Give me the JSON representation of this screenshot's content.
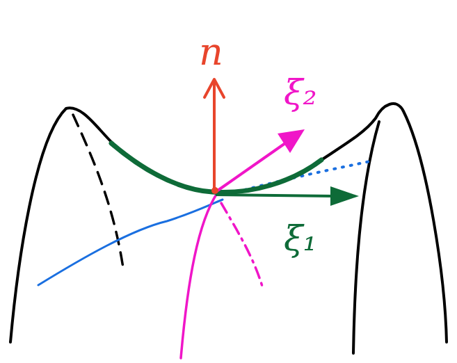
{
  "diagram": {
    "labels": [
      "n",
      "ξ₂",
      "ξ₁"
    ]
  }
}
